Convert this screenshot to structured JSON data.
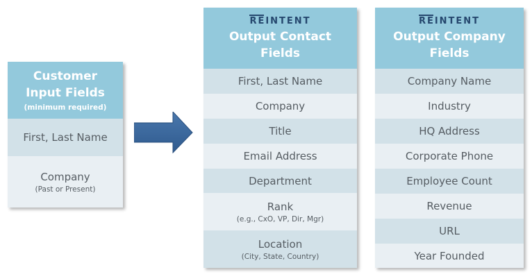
{
  "input_card": {
    "title_line1": "Customer",
    "title_line2": "Input Fields",
    "subtitle": "(minimum required)",
    "rows": [
      {
        "label": "First, Last Name",
        "note": ""
      },
      {
        "label": "Company",
        "note": "(Past or Present)"
      }
    ]
  },
  "contact_card": {
    "brand": "REINTENT",
    "title_line1": "Output Contact",
    "title_line2": "Fields",
    "rows": [
      {
        "label": "First, Last Name",
        "note": ""
      },
      {
        "label": "Company",
        "note": ""
      },
      {
        "label": "Title",
        "note": ""
      },
      {
        "label": "Email Address",
        "note": ""
      },
      {
        "label": "Department",
        "note": ""
      },
      {
        "label": "Rank",
        "note": "(e.g., CxO, VP, Dir, Mgr)"
      },
      {
        "label": "Location",
        "note": "(City, State, Country)"
      }
    ]
  },
  "company_card": {
    "brand": "REINTENT",
    "title_line1": "Output Company",
    "title_line2": "Fields",
    "rows": [
      {
        "label": "Company Name",
        "note": ""
      },
      {
        "label": "Industry",
        "note": ""
      },
      {
        "label": "HQ Address",
        "note": ""
      },
      {
        "label": "Corporate Phone",
        "note": ""
      },
      {
        "label": "Employee Count",
        "note": ""
      },
      {
        "label": "Revenue",
        "note": ""
      },
      {
        "label": "URL",
        "note": ""
      },
      {
        "label": "Year Founded",
        "note": ""
      }
    ]
  },
  "colors": {
    "header": "#93c9dc",
    "row_dark": "#d2e1e8",
    "row_light": "#e9eff3",
    "arrow": "#3a659a",
    "brand": "#25476e"
  }
}
